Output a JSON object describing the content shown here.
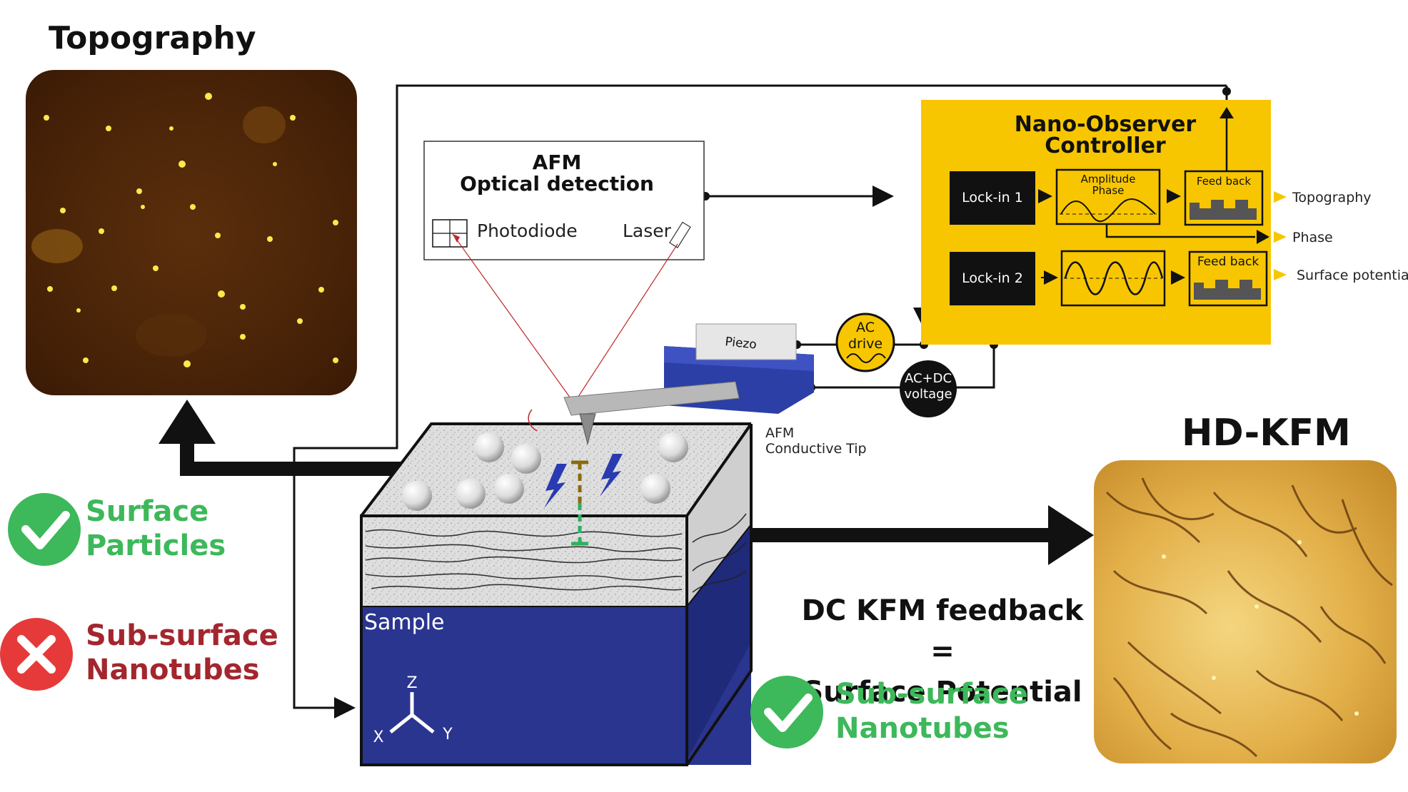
{
  "headings": {
    "topography": "Topography",
    "hdkfm": "HD-KFM"
  },
  "afm_box": {
    "title_line1": "AFM",
    "title_line2": "Optical detection",
    "photodiode": "Photodiode",
    "laser": "Laser"
  },
  "controller": {
    "title_line1": "Nano-Observer",
    "title_line2": "Controller",
    "lockin1": "Lock-in 1",
    "lockin2": "Lock-in 2",
    "amplitude": "Amplitude",
    "phase_label": "Phase",
    "feedback1": "Feed back",
    "feedback2": "Feed back",
    "out_topography": "Topography",
    "out_phase": "Phase",
    "out_surface_potential": "Surface potential",
    "background_color": "#F7C600"
  },
  "signals": {
    "ac_drive_line1": "AC",
    "ac_drive_line2": "drive",
    "acdc_line1": "AC+DC",
    "acdc_line2": "voltage"
  },
  "instrument": {
    "piezo": "Piezo",
    "tip_line1": "AFM",
    "tip_line2": "Conductive Tip"
  },
  "sample": {
    "label": "Sample",
    "axis_z": "Z",
    "axis_x": "X",
    "axis_y": "Y",
    "body_color": "#2A3590"
  },
  "left_results": {
    "ok_line1": "Surface",
    "ok_line2": "Particles",
    "fail_line1": "Sub-surface",
    "fail_line2": "Nanotubes",
    "ok_color": "#3DB85A",
    "fail_color": "#E63A3A",
    "fail_text_color": "#A3262E"
  },
  "right_results": {
    "kfm_line1": "DC KFM feedback =",
    "kfm_line2": "Surface Potential",
    "ok_line1": "Sub-surface",
    "ok_line2": "Nanotubes"
  }
}
